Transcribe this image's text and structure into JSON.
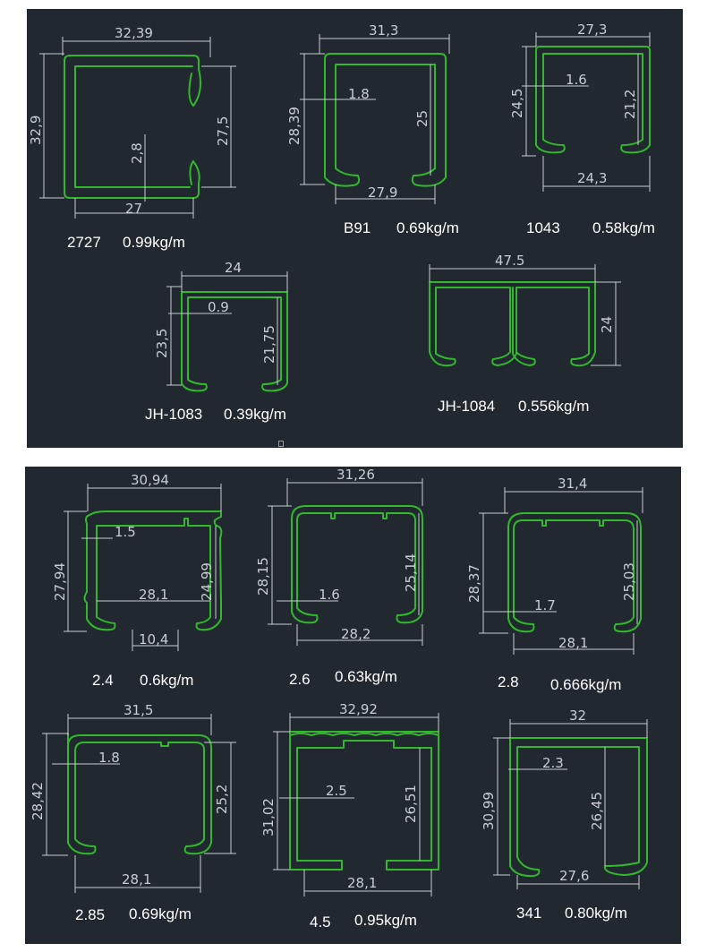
{
  "sheet_1": {
    "profiles": [
      {
        "model": "2727",
        "weight": "0.99kg/m",
        "dims": {
          "width": "32,39",
          "height": "32,9",
          "inner_height": "27,5",
          "gap": "2,8",
          "opening": "27"
        }
      },
      {
        "model": "B91",
        "weight": "0.69kg/m",
        "dims": {
          "width": "31,3",
          "height": "28,39",
          "wall": "1.8",
          "inner_height": "25",
          "bottom": "27,9"
        }
      },
      {
        "model": "1043",
        "weight": "0.58kg/m",
        "dims": {
          "width": "27,3",
          "height": "24,5",
          "wall": "1.6",
          "inner_height": "21,2",
          "bottom": "24,3"
        }
      },
      {
        "model": "JH-1083",
        "weight": "0.39kg/m",
        "dims": {
          "width": "24",
          "height": "23,5",
          "wall": "0.9",
          "inner_height": "21,75"
        }
      },
      {
        "model": "JH-1084",
        "weight": "0.556kg/m",
        "dims": {
          "width": "47.5",
          "height": "24"
        }
      }
    ]
  },
  "sheet_2": {
    "profiles": [
      {
        "model": "2.4",
        "weight": "0.6kg/m",
        "dims": {
          "width": "30,94",
          "height": "27,94",
          "wall": "1.5",
          "inner_height": "24,99",
          "bottom": "28,1",
          "opening": "10,4"
        }
      },
      {
        "model": "2.6",
        "weight": "0.63kg/m",
        "dims": {
          "width": "31,26",
          "height": "28,15",
          "wall": "1.6",
          "inner_height": "25,14",
          "bottom": "28,2"
        }
      },
      {
        "model": "2.8",
        "weight": "0.666kg/m",
        "dims": {
          "width": "31,4",
          "height": "28,37",
          "wall": "1.7",
          "inner_height": "25,03",
          "bottom": "28,1"
        }
      },
      {
        "model": "2.85",
        "weight": "0.69kg/m",
        "dims": {
          "width": "31,5",
          "height": "28,42",
          "wall": "1.8",
          "inner_height": "25,2",
          "bottom": "28,1"
        }
      },
      {
        "model": "4.5",
        "weight": "0.95kg/m",
        "dims": {
          "width": "32,92",
          "height": "31,02",
          "wall": "2.5",
          "inner_height": "26,51",
          "bottom": "28,1"
        }
      },
      {
        "model": "341",
        "weight": "0.80kg/m",
        "dims": {
          "width": "32",
          "height": "30,99",
          "wall": "2.3",
          "inner_height": "26,45",
          "bottom": "27,6"
        }
      }
    ]
  },
  "colors": {
    "background": "#212830",
    "profile": "#31b82c",
    "dimension": "#c9cdd2",
    "label": "#ffffff"
  }
}
